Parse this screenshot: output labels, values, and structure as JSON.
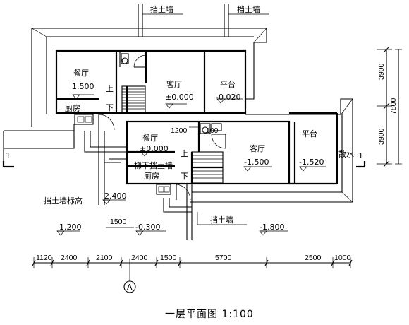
{
  "caption": "一层平面图 1:100",
  "retaining_wall_labels": [
    "挡土墙",
    "挡土墙",
    "挡土墙"
  ],
  "rooms": {
    "dining_upper": "餐厅",
    "living_upper": "客厅",
    "terrace_upper": "平台",
    "kitchen_upper": "厨房",
    "dining_lower": "餐厅",
    "living_lower": "客厅",
    "terrace_lower": "平台",
    "kitchen_lower": "厨房",
    "under_stair_wall": "梯下挡土墙",
    "drainage": "散水",
    "retaining_wall_height": "挡土墙标高"
  },
  "stairs": {
    "up_1": "上",
    "down_1": "下",
    "up_2": "上",
    "down_2": "下"
  },
  "levels": {
    "dining_upper": "1.500",
    "living_upper": "±0.000",
    "terrace_upper": "-0.020",
    "dining_lower": "±0.000",
    "living_lower": "-1.500",
    "terrace_lower": "-1.520",
    "wall_top": "2.400",
    "ground_left": "1.200",
    "ground_mid": "-0.300",
    "ground_right": "-1.800"
  },
  "inner_dims": {
    "a": "1200",
    "b": "100",
    "c": "1500"
  },
  "section_marks": [
    "1",
    "1"
  ],
  "axis_label": "A",
  "bottom_dims": [
    "1120",
    "2400",
    "2100",
    "2400",
    "1500",
    "5700",
    "2500",
    "1000"
  ],
  "right_dims": {
    "upper": "3900",
    "total": "7800",
    "lower": "3900"
  }
}
